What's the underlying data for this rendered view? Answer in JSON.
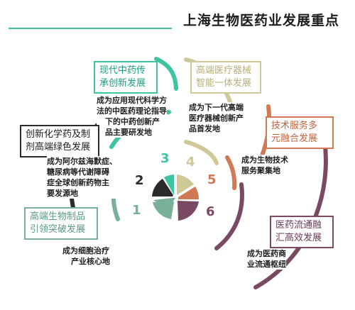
{
  "title": "上海生物医药业发展重点",
  "colors": {
    "accent_green": "#3ec4a0",
    "dark": "#2b2b2b",
    "sage": "#78b09a",
    "olive": "#cfc99a",
    "orange": "#d07a55",
    "plum": "#7a4a62"
  },
  "segments": [
    {
      "number": "1",
      "heading": [
        "高端生物制品",
        "引领突破发展"
      ],
      "description": [
        "成为细胞治疗",
        "产业核心地"
      ]
    },
    {
      "number": "2",
      "heading": [
        "创新化学药及制",
        "剂高端绿色发展"
      ],
      "description": [
        "成为阿尔兹海默症、",
        "糖尿病等代谢障碍",
        "症全球创新药物主",
        "要发源地"
      ]
    },
    {
      "number": "3",
      "heading": [
        "现代中药传",
        "承创新发展"
      ],
      "description": [
        "成为应用现代科学方",
        "法的中医药理论指导",
        "下的中药创新产",
        "品主要研发地"
      ]
    },
    {
      "number": "4",
      "heading": [
        "高端医疗器械",
        "智能一体发展"
      ],
      "description": [
        "成为下一代高端",
        "医疗器械创新产",
        "品首发地"
      ]
    },
    {
      "number": "5",
      "heading": [
        "技术服务多",
        "元融合发展"
      ],
      "description": [
        "成为生物技术",
        "服务聚集地"
      ]
    },
    {
      "number": "6",
      "heading": [
        "医药流通融",
        "汇高效发展"
      ],
      "description": [
        "成为医药商",
        "业流通枢纽"
      ]
    }
  ]
}
